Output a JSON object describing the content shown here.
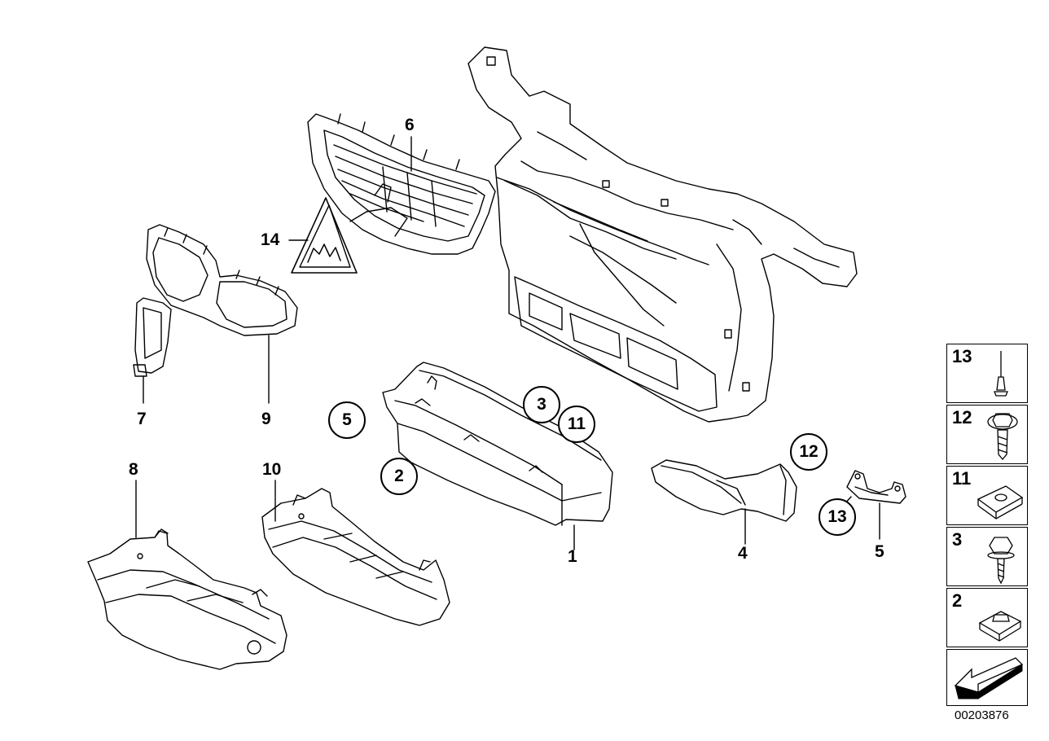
{
  "diagram_id": "00203876",
  "callouts": {
    "p1": "1",
    "p4": "4",
    "p5": "5",
    "p6": "6",
    "p7": "7",
    "p8": "8",
    "p9": "9",
    "p10": "10",
    "p14": "14"
  },
  "circled": {
    "c2": "2",
    "c3": "3",
    "c5": "5",
    "c11": "11",
    "c12": "12",
    "c13": "13"
  },
  "legend": {
    "items": [
      "13",
      "12",
      "11",
      "3",
      "2"
    ]
  }
}
